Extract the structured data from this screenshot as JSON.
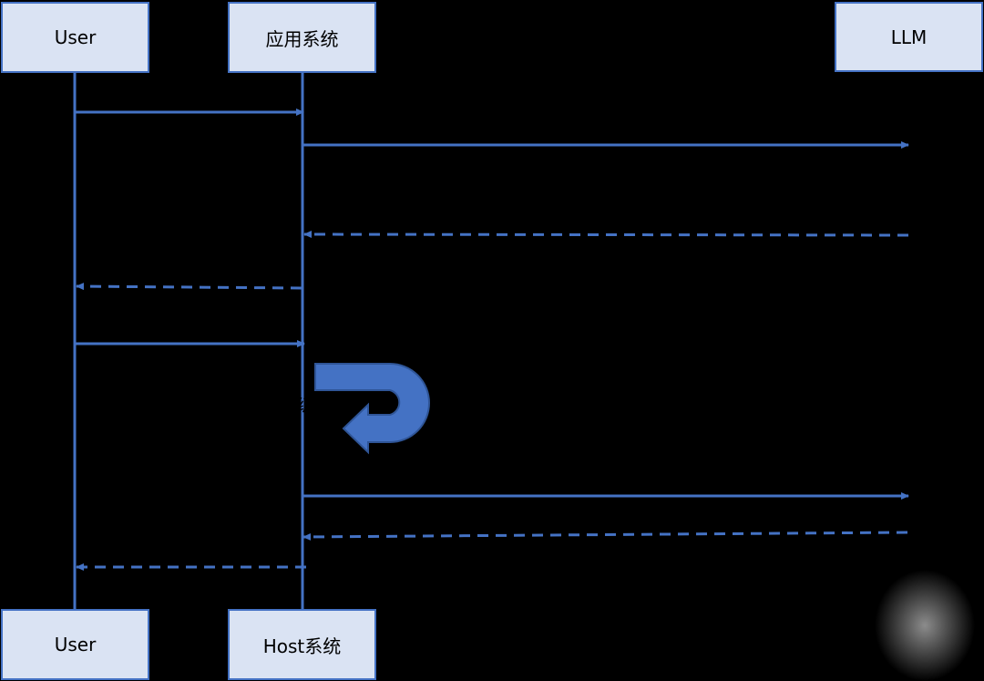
{
  "colors": {
    "background": "#000000",
    "line": "#4472c4",
    "box_fill": "#dae3f3",
    "box_text": "#000000"
  },
  "actors": {
    "user_top": "User",
    "app_top": "应用系统",
    "llm_top": "LLM",
    "user_bottom": "User",
    "host_bottom": "Host系统"
  },
  "glitch_char": "级",
  "messages": [
    {
      "from": "user",
      "to": "app",
      "style": "solid"
    },
    {
      "from": "app",
      "to": "llm",
      "style": "solid"
    },
    {
      "from": "llm",
      "to": "app",
      "style": "dashed"
    },
    {
      "from": "app",
      "to": "user",
      "style": "dashed"
    },
    {
      "from": "user",
      "to": "app",
      "style": "solid"
    },
    {
      "from": "app",
      "to": "app",
      "style": "self-loop-arrow"
    },
    {
      "from": "app",
      "to": "llm",
      "style": "solid"
    },
    {
      "from": "llm",
      "to": "app",
      "style": "dashed"
    },
    {
      "from": "app",
      "to": "user",
      "style": "dashed"
    }
  ]
}
